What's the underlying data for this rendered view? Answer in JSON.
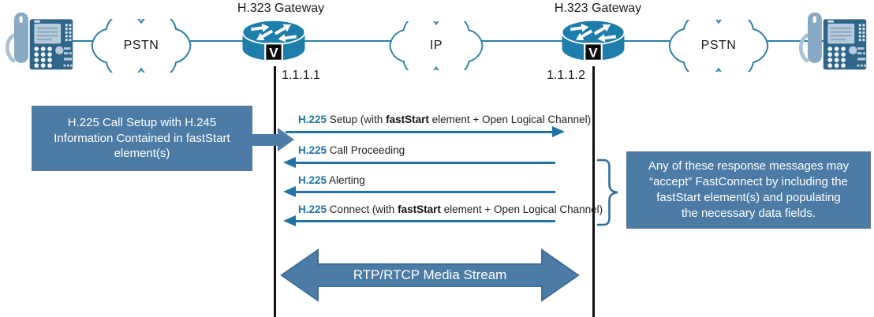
{
  "colors": {
    "callout_fill": "#4C7CA6",
    "message_blue": "#2173A4",
    "router_fill": "#1F7DAB",
    "phone_dark": "#30658A",
    "phone_light": "#A9C2D6",
    "connector_blue": "#2E80A8",
    "timeline_black": "#111111"
  },
  "topology": {
    "clouds": {
      "left": "PSTN",
      "center": "IP",
      "right": "PSTN"
    },
    "gateways": {
      "left": {
        "label": "H.323 Gateway",
        "ip": "1.1.1.1",
        "badge": "V"
      },
      "right": {
        "label": "H.323 Gateway",
        "ip": "1.1.1.2",
        "badge": "V"
      }
    }
  },
  "left_callout": {
    "lines": [
      "H.225 Call Setup with H.245",
      "Information Contained in fastStart",
      "element(s)"
    ]
  },
  "messages": [
    {
      "proto": "H.225",
      "pre": " Setup (with ",
      "bold": "fastStart",
      "post": " element + Open Logical Channel)",
      "direction": "right"
    },
    {
      "proto": "H.225",
      "pre": " Call Proceeding",
      "bold": "",
      "post": "",
      "direction": "left"
    },
    {
      "proto": "H.225",
      "pre": " Alerting",
      "bold": "",
      "post": "",
      "direction": "left"
    },
    {
      "proto": "H.225",
      "pre": " Connect (with ",
      "bold": "fastStart",
      "post": " element + Open Logical Channel)",
      "direction": "left"
    }
  ],
  "right_callout": {
    "lines": [
      "Any of these response messages may",
      "“accept” FastConnect by including the",
      "fastStart element(s) and populating",
      "the necessary data fields."
    ]
  },
  "media_stream": {
    "label": "RTP/RTCP Media Stream"
  }
}
